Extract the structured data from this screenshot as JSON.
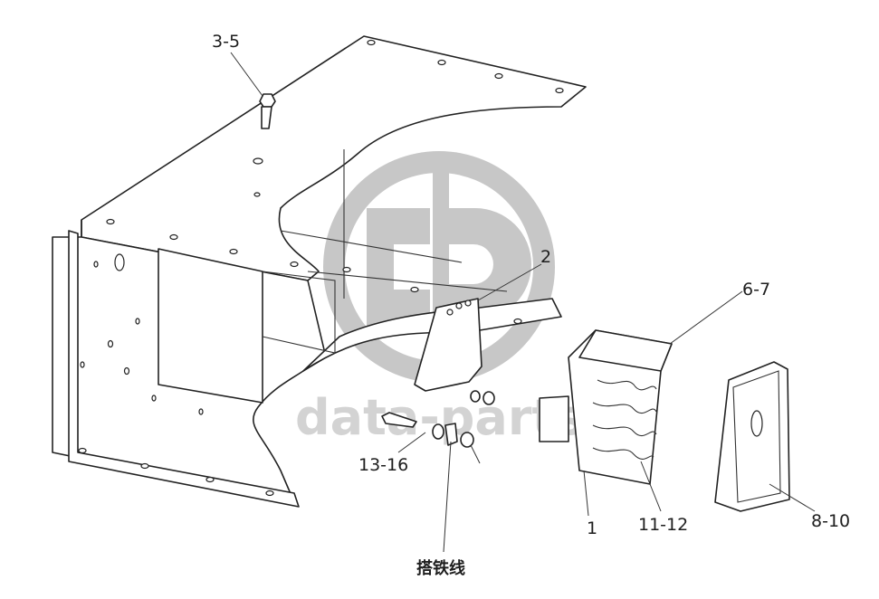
{
  "labels": {
    "bolt_top": "3-5",
    "bracket": "2",
    "cover_clip": "6-7",
    "bolt_set": "13-16",
    "box": "1",
    "box_parts": "11-12",
    "lid": "8-10",
    "ground_wire": "搭铁线"
  },
  "watermark": {
    "text": "data-parts",
    "color": "#c9c9c9"
  }
}
